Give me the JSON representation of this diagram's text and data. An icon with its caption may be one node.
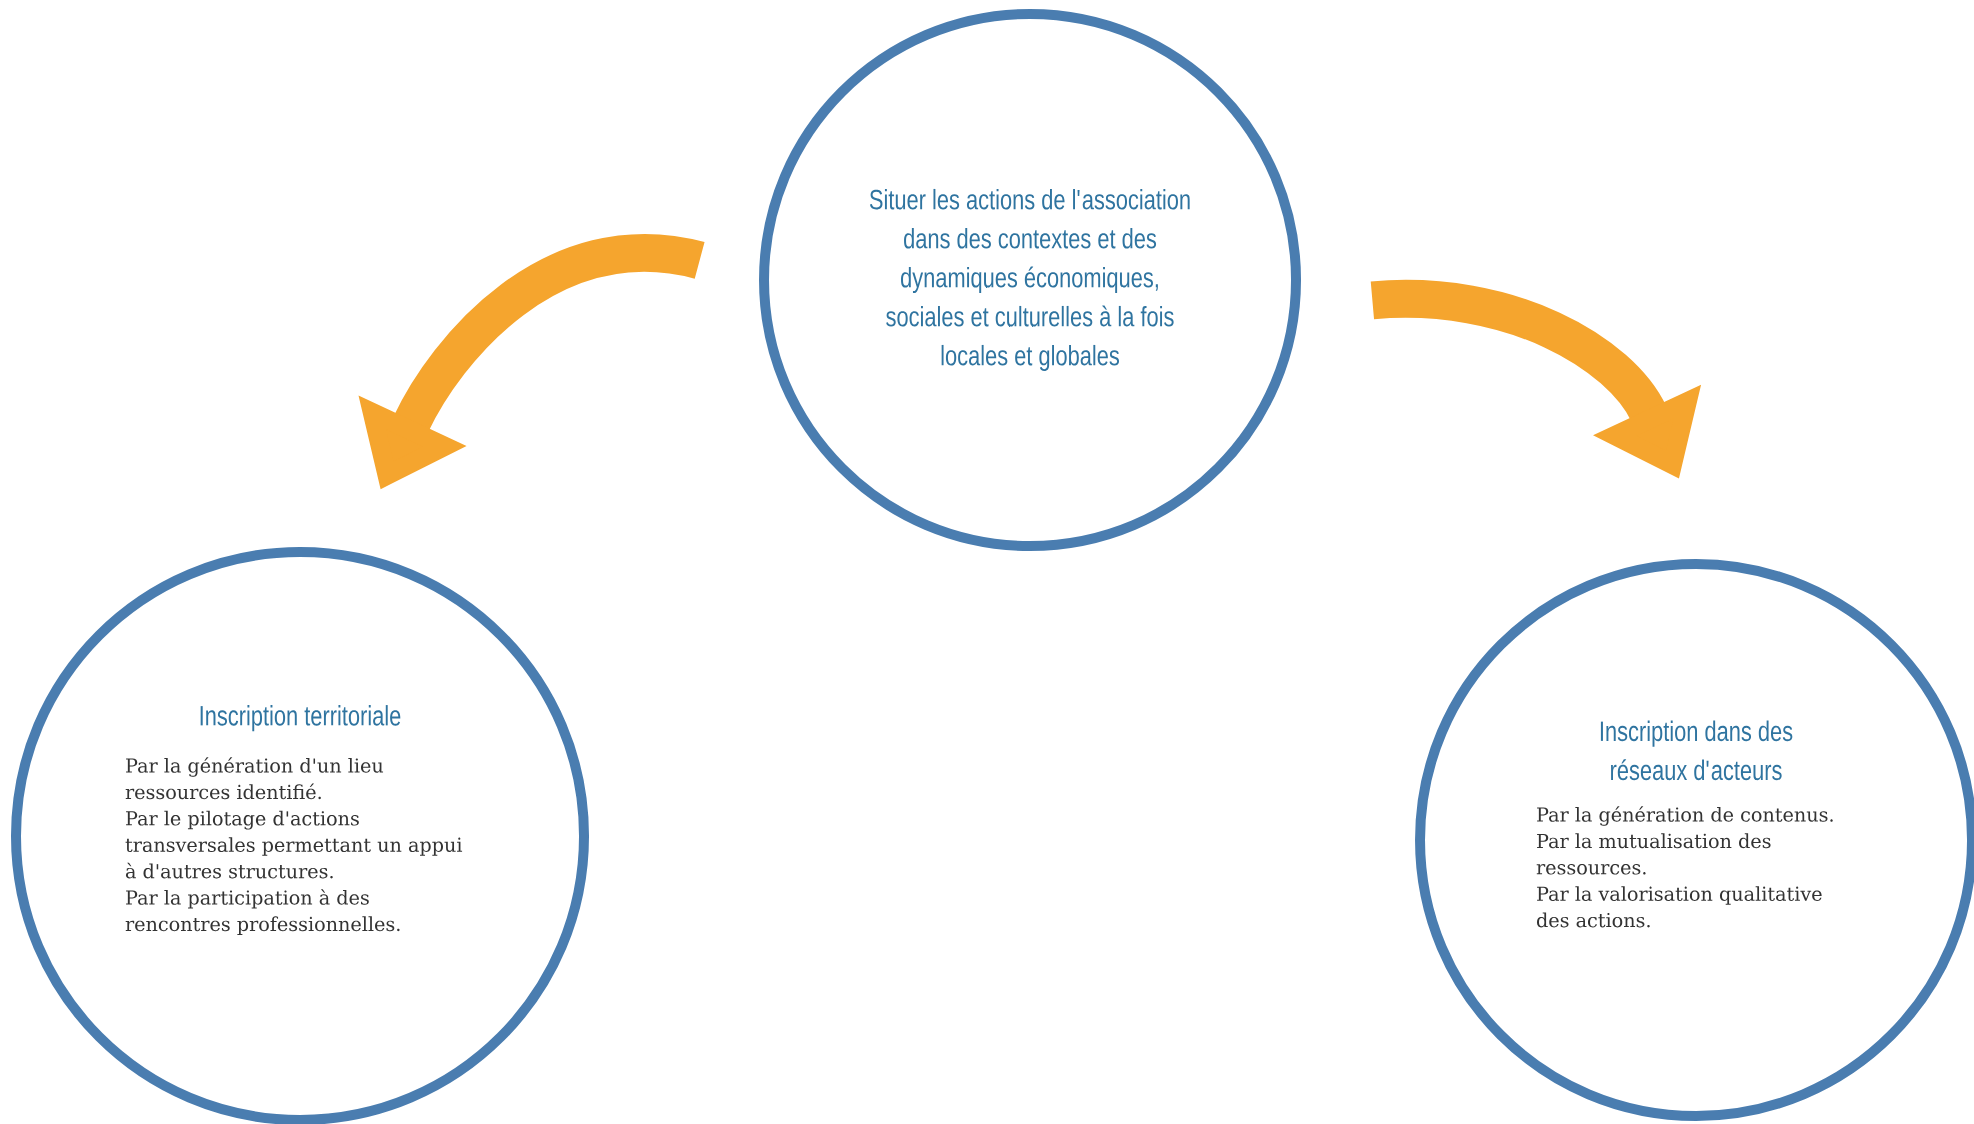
{
  "diagram": {
    "nodes": [
      {
        "text": [
          "Situer les actions de l'association dans des contextes et des dynamiques économiques, sociales et culturelles à la fois locales et globales"
        ]
      },
      {
        "text": [
          "Inscription territoriale",
          "Par la génération d'un lieu ressources identifié.",
          "Par le pilotage d'actions transversales permettant un appui à d'autres structures.",
          "Par la participation à des rencontres professionnelles."
        ]
      },
      {
        "text": [
          "Inscription dans des réseaux d'acteurs",
          "Par la génération de contenus.",
          "Par la mutualisation des ressources.",
          "Par la valorisation qualitative des actions."
        ]
      }
    ],
    "edges": [
      {
        "from": 0,
        "to": 1,
        "arrow": "to"
      },
      {
        "from": 0,
        "to": 2,
        "arrow": "to"
      }
    ]
  }
}
